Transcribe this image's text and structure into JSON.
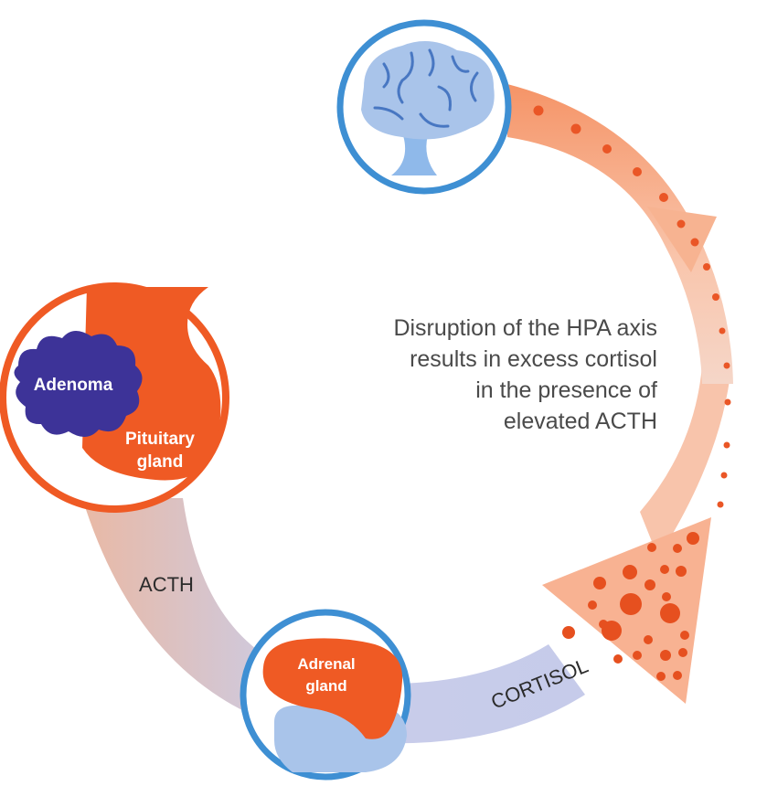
{
  "caption": {
    "line1": "Disruption of the HPA axis",
    "line2": "results in excess cortisol",
    "line3": "in the presence of",
    "line4": "elevated ACTH"
  },
  "labels": {
    "adenoma": "Adenoma",
    "pituitary_line1": "Pituitary",
    "pituitary_line2": "gland",
    "adrenal_line1": "Adrenal",
    "adrenal_line2": "gland",
    "acth": "ACTH",
    "cortisol": "CORTISOL"
  },
  "colors": {
    "orange": "#ef5a24",
    "blue_ring": "#3e8fd3",
    "brain_fill": "#a9c4ea",
    "adenoma_purple": "#3d3398",
    "arrow_light_orange": "#f8b99a",
    "arrow_gray_blue": "#c9cdea"
  },
  "icons": [
    "brain-icon",
    "pituitary-gland-icon",
    "adenoma-icon",
    "adrenal-gland-icon",
    "cortisol-molecule-icon"
  ]
}
